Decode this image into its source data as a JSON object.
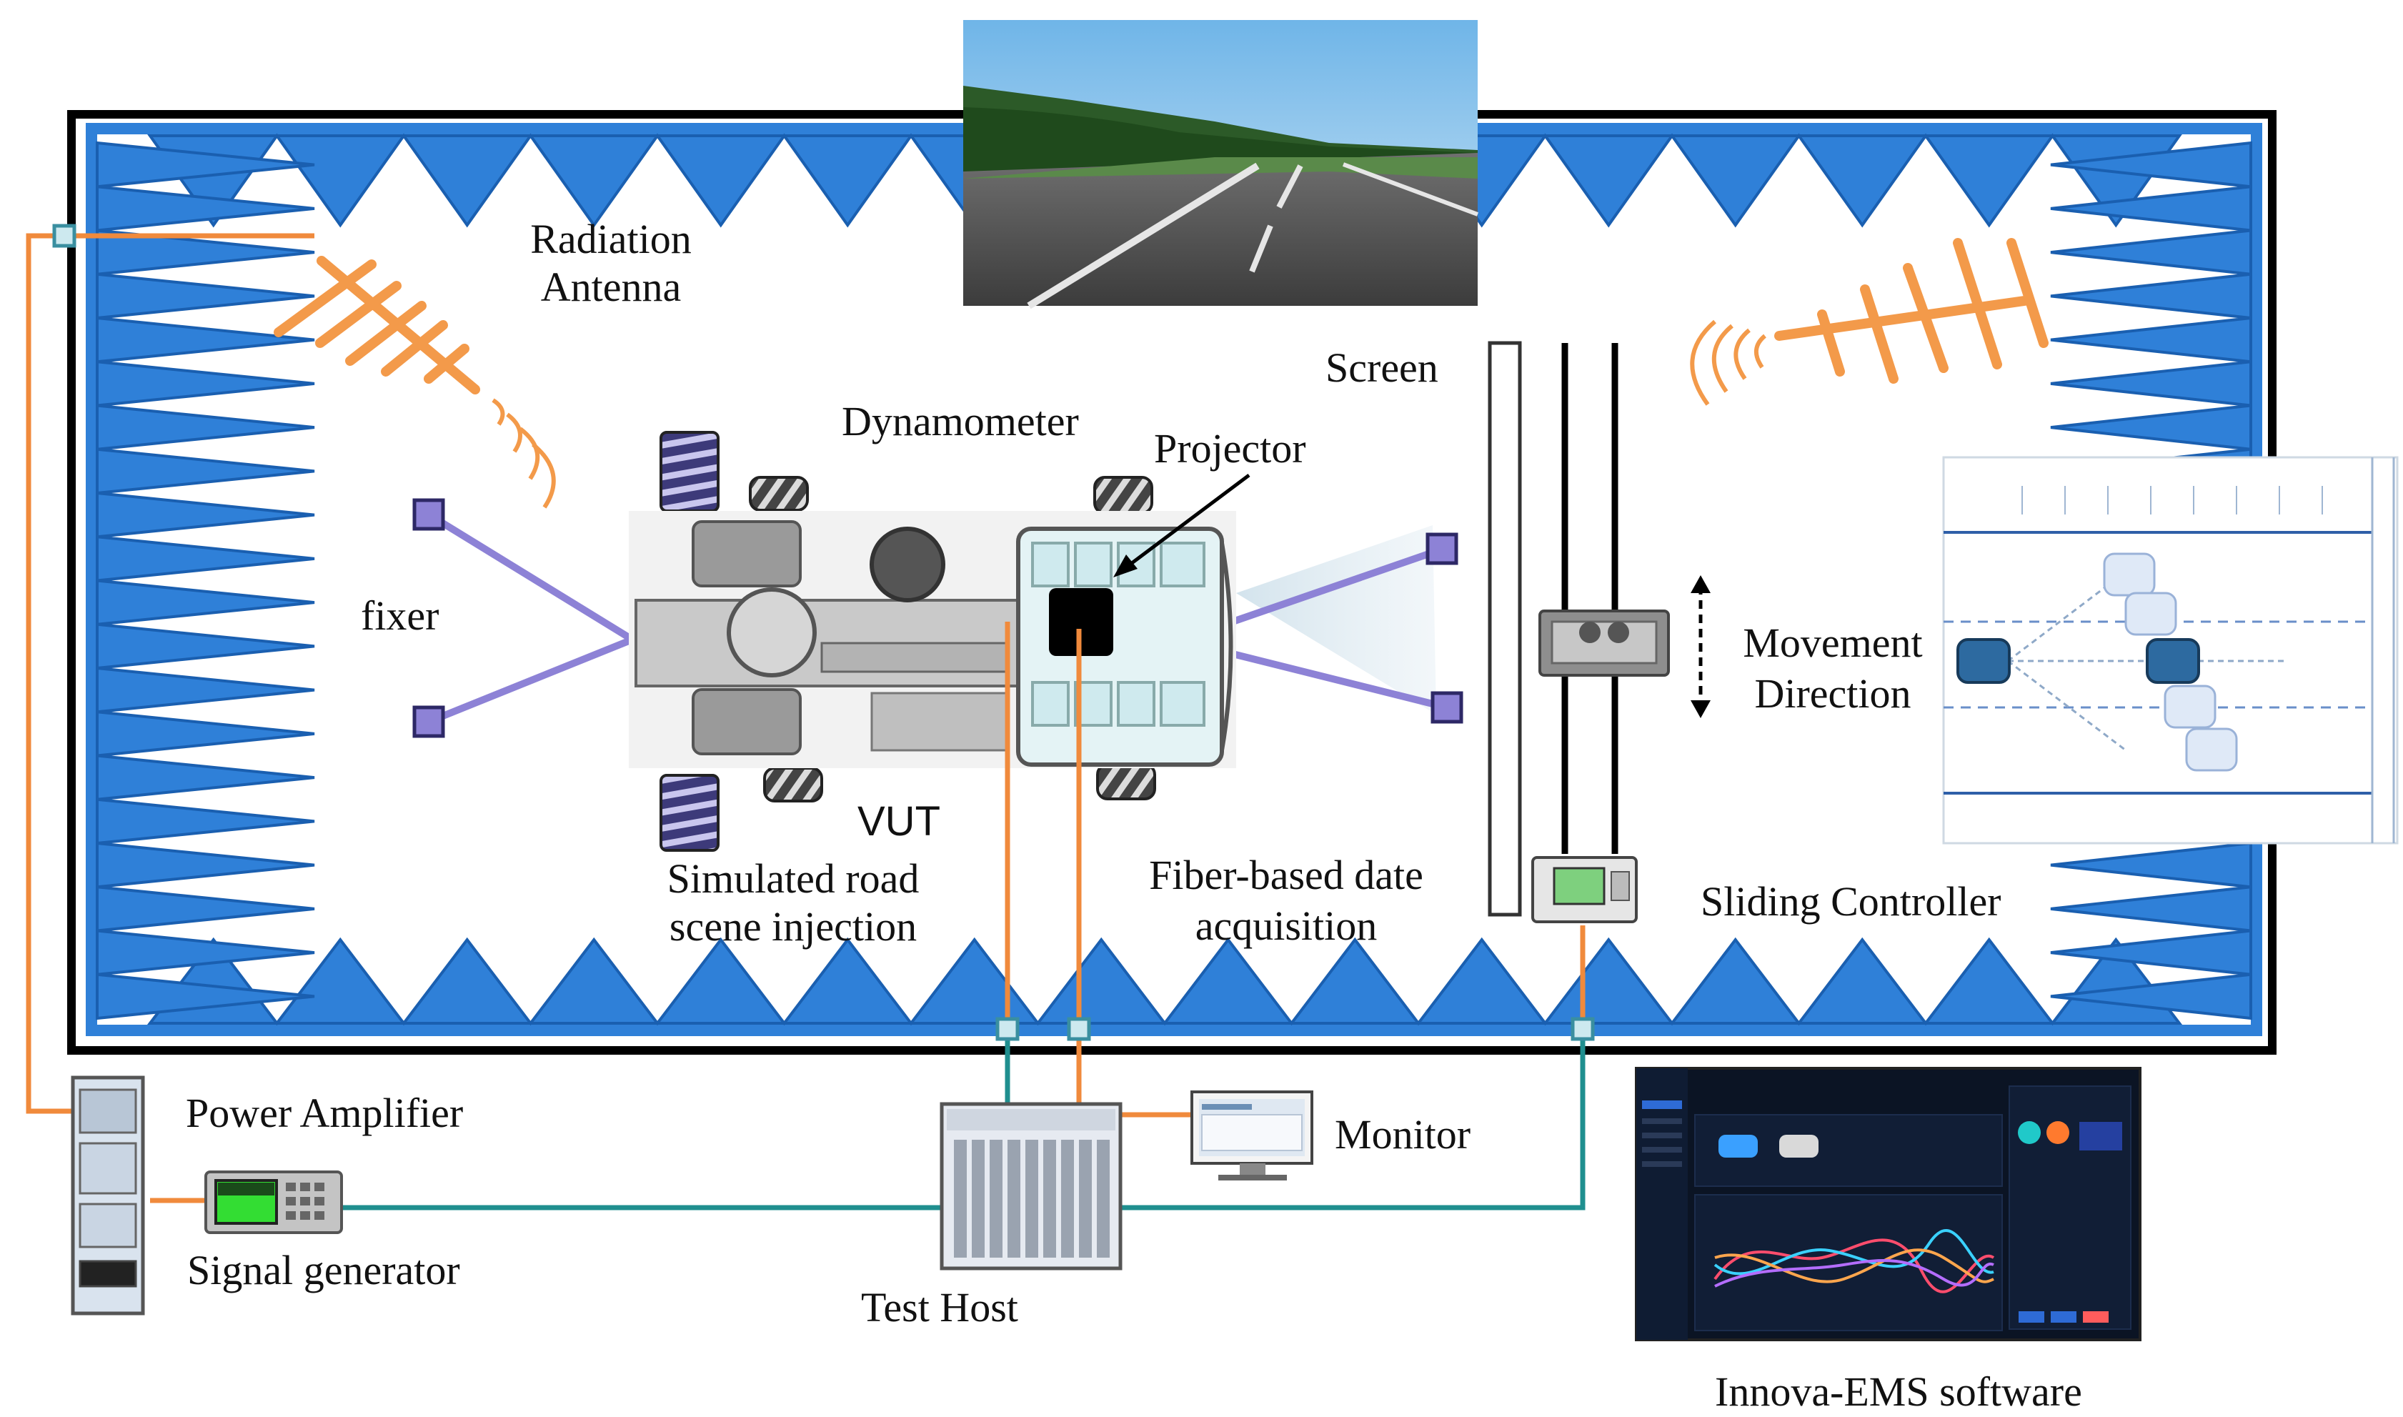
{
  "labels": {
    "radiation_antenna_1": "Radiation",
    "radiation_antenna_2": "Antenna",
    "dynamometer": "Dynamometer",
    "projector": "Projector",
    "screen": "Screen",
    "fixer": "fixer",
    "vut": "VUT",
    "simulated_1": "Simulated road",
    "simulated_2": "scene injection",
    "fiber_1": "Fiber-based date",
    "fiber_2": "acquisition",
    "movement_1": "Movement",
    "movement_2": "Direction",
    "sliding_controller": "Sliding Controller",
    "power_amplifier": "Power Amplifier",
    "signal_generator": "Signal generator",
    "test_host": "Test Host",
    "monitor": "Monitor",
    "software": "Innova-EMS software"
  },
  "colors": {
    "absorber": "#2f80d8",
    "absorber_edge": "#1a5fb0",
    "antenna": "#f39a4a",
    "cable_orange": "#f08a3c",
    "cable_teal": "#1f8f8f",
    "fixer": "#8d82d6",
    "connector": "#3a8fa0",
    "chamber_border": "#000000",
    "software_bg": "#0b1424"
  },
  "icons": {
    "antenna": "log-periodic-antenna-icon",
    "road": "road-scene-image",
    "vehicle": "truck-top-view-icon",
    "tire": "tire-icon",
    "projector": "projector-icon",
    "sliding_controller": "controller-box-icon",
    "power_amplifier": "rack-cabinet-icon",
    "signal_generator": "signal-generator-icon",
    "test_host": "test-chassis-icon",
    "monitor": "monitor-icon",
    "software": "software-dashboard-icon"
  }
}
